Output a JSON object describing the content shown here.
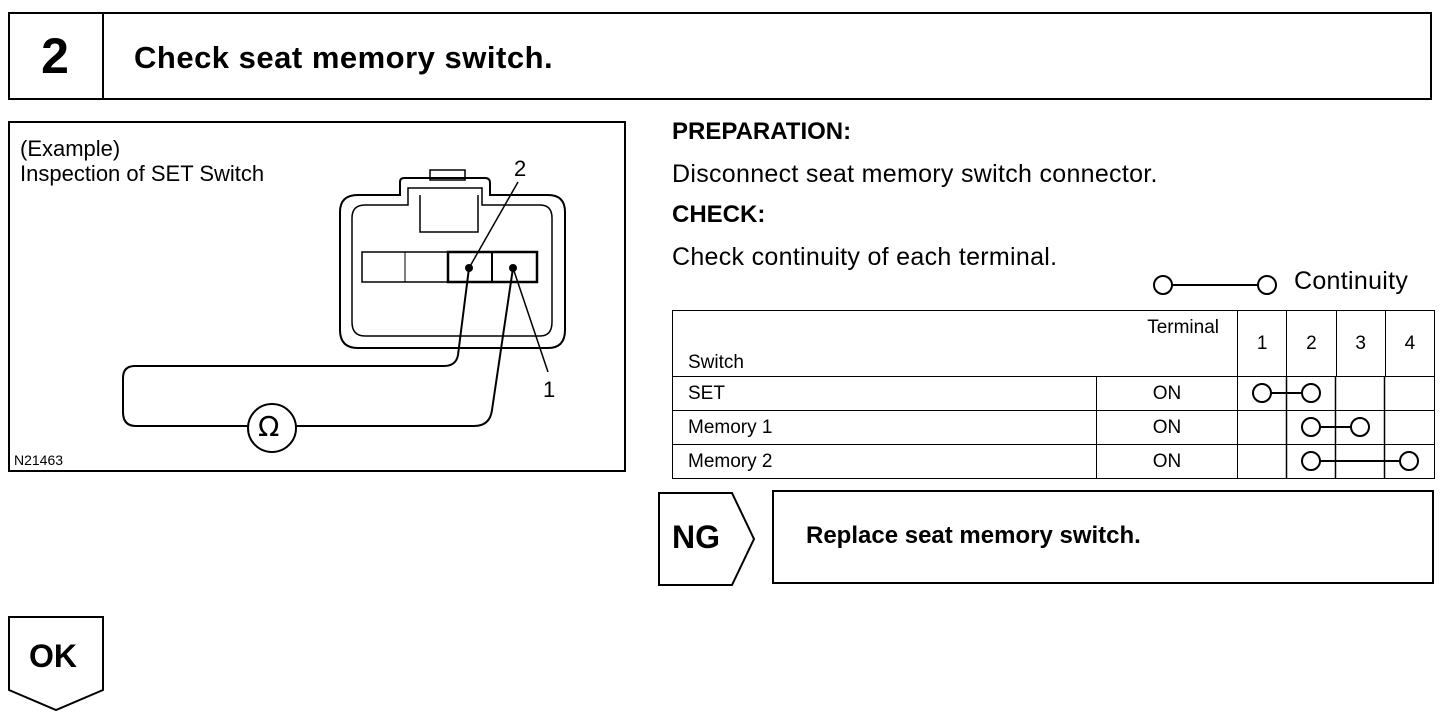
{
  "step": {
    "number": "2",
    "title": "Check seat memory switch."
  },
  "figure": {
    "caption_line1": "(Example)",
    "caption_line2": "Inspection of SET Switch",
    "terminal_label_a": "2",
    "terminal_label_b": "1",
    "meter_symbol": "Ω",
    "figure_code": "N21463"
  },
  "preparation": {
    "heading": "PREPARATION:",
    "text": "Disconnect seat memory switch connector."
  },
  "check": {
    "heading": "CHECK:",
    "text": "Check continuity of each terminal."
  },
  "legend": {
    "label": "Continuity"
  },
  "table": {
    "header_terminal": "Terminal",
    "header_switch": "Switch",
    "terminals": [
      "1",
      "2",
      "3",
      "4"
    ],
    "rows": [
      {
        "switch": "SET",
        "state": "ON",
        "continuity": [
          "1",
          "2"
        ]
      },
      {
        "switch": "Memory 1",
        "state": "ON",
        "continuity": [
          "2",
          "3"
        ]
      },
      {
        "switch": "Memory 2",
        "state": "ON",
        "continuity": [
          "2",
          "4"
        ]
      }
    ]
  },
  "ng": {
    "label": "NG",
    "action": "Replace seat memory switch."
  },
  "ok": {
    "label": "OK"
  }
}
